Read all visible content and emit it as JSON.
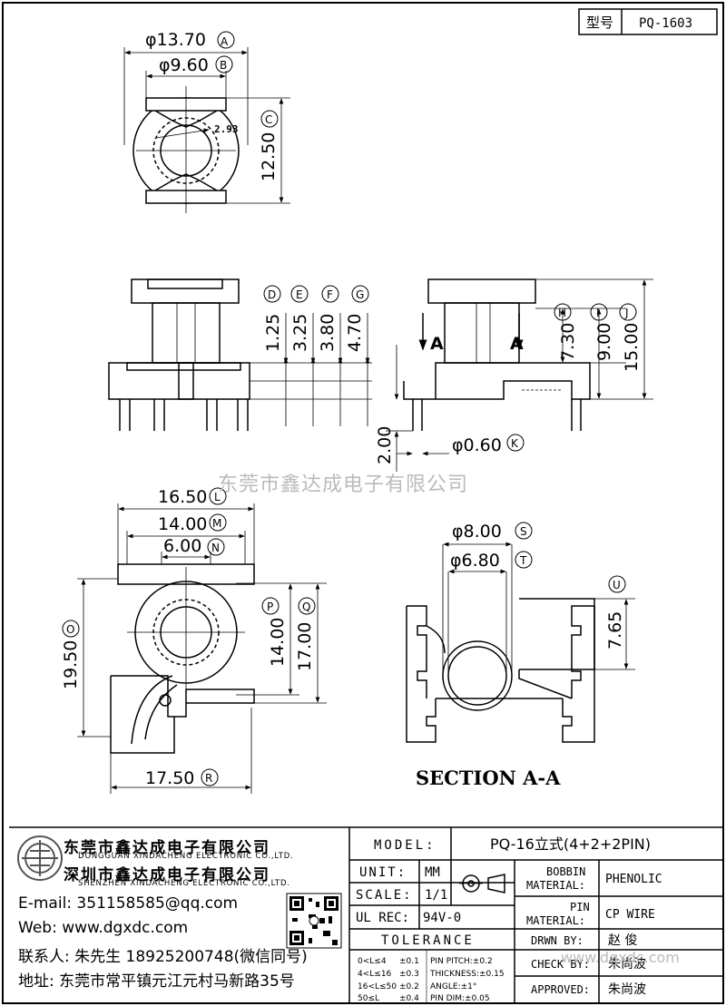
{
  "header": {
    "type_label": "型号",
    "type_value": "PQ-1603"
  },
  "top_view": {
    "dim_a": "φ13.70",
    "dim_b": "φ9.60",
    "dim_c": "12.50",
    "dim_small": "2.93",
    "tag_a": "A",
    "tag_b": "B",
    "tag_c": "C"
  },
  "front_view": {
    "dim_d": "1.25",
    "dim_e": "3.25",
    "dim_f": "3.80",
    "dim_g": "4.70",
    "tag_d": "D",
    "tag_e": "E",
    "tag_f": "F",
    "tag_g": "G"
  },
  "side_view": {
    "dim_h": "7.30",
    "dim_i": "9.00",
    "dim_j": "15.00",
    "dim_k": "φ0.60",
    "dim_pin": "2.00",
    "tag_h": "H",
    "tag_i": "I",
    "tag_j": "J",
    "tag_k": "K",
    "section_mark": "A"
  },
  "bottom_view": {
    "dim_l": "16.50",
    "dim_m": "14.00",
    "dim_n": "6.00",
    "dim_o": "19.50",
    "dim_p": "14.00",
    "dim_q": "17.00",
    "dim_r": "17.50",
    "tag_l": "L",
    "tag_m": "M",
    "tag_n": "N",
    "tag_o": "O",
    "tag_p": "P",
    "tag_q": "Q",
    "tag_r": "R"
  },
  "section_view": {
    "dim_s": "φ8.00",
    "dim_t": "φ6.80",
    "dim_u": "7.65",
    "tag_s": "S",
    "tag_t": "T",
    "tag_u": "U",
    "title": "SECTION A-A"
  },
  "watermark": "东莞市鑫达成电子有限公司",
  "watermark_site": "www.dgxdc.com",
  "company": {
    "cn1": "东莞市鑫达成电子有限公司",
    "en1": "DONGGUAN XINDACHENG ELECTRONIC CO.,LTD.",
    "cn2": "深圳市鑫达成电子有限公司",
    "en2": "SHENZHEN XINDACHENG ELECTRONIC CO.,LTD.",
    "email": "E-mail: 351158585@qq.com",
    "web": "Web: www.dgxdc.com",
    "contact": "联系人: 朱先生 18925200748(微信同号)",
    "address": "地址: 东莞市常平镇元江元村马新路35号"
  },
  "title_block": {
    "model_label": "MODEL:",
    "model_value": "PQ-16立式(4+2+2PIN)",
    "unit_label": "UNIT:",
    "unit_value": "MM",
    "scale_label": "SCALE:",
    "scale_value": "1/1",
    "ulrec_label": "UL REC:",
    "ulrec_value": "94V-0",
    "tolerance_label": "TOLERANCE",
    "tol_rows": [
      [
        "0<L≤4",
        "±0.1",
        "PIN PITCH:±0.2"
      ],
      [
        "4<L≤16",
        "±0.3",
        "THICKNESS:±0.15"
      ],
      [
        "16<L≤50",
        "±0.2",
        "ANGLE:±1°"
      ],
      [
        "50≤L",
        "±0.4",
        "PIN DIM:±0.05"
      ]
    ],
    "bobbin_label1": "BOBBIN",
    "bobbin_label2": "MATERIAL:",
    "bobbin_value": "PHENOLIC",
    "pin_label1": "PIN",
    "pin_label2": "MATERIAL:",
    "pin_value": "CP WIRE",
    "drawn_label": "DRWN BY:",
    "drawn_value": "赵 俊",
    "check_label": "CHECK BY:",
    "check_value": "朱尚波",
    "approved_label": "APPROVED:",
    "approved_value": "朱尚波"
  }
}
